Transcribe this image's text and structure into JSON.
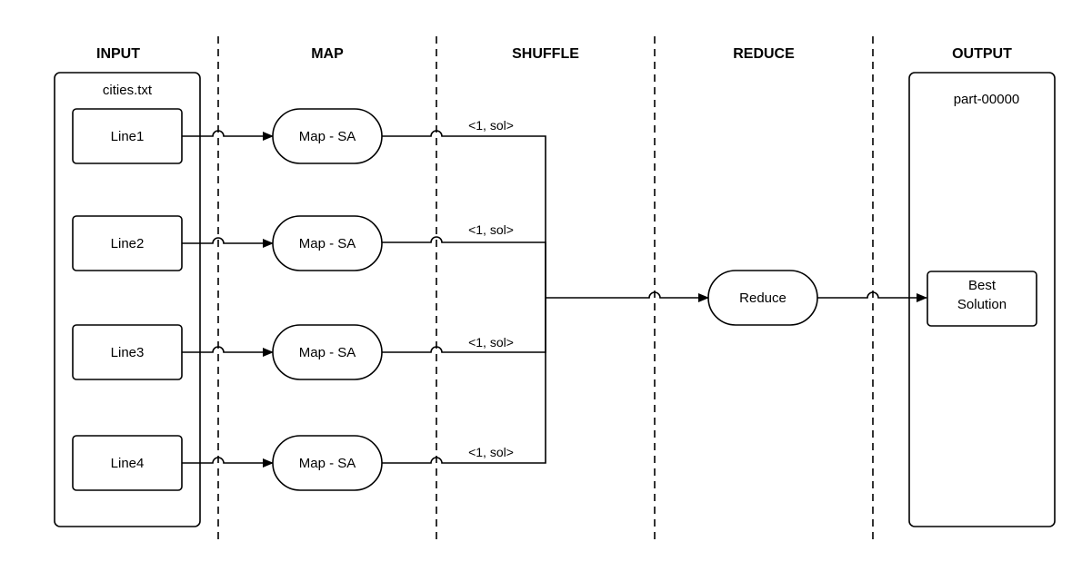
{
  "lanes": {
    "input": "INPUT",
    "map": "MAP",
    "shuffle": "SHUFFLE",
    "reduce": "REDUCE",
    "output": "OUTPUT"
  },
  "input": {
    "file_name": "cities.txt",
    "lines": [
      "Line1",
      "Line2",
      "Line3",
      "Line4"
    ]
  },
  "map": {
    "tasks": [
      "Map - SA",
      "Map - SA",
      "Map - SA",
      "Map - SA"
    ]
  },
  "shuffle": {
    "emits": [
      "<1, sol>",
      "<1, sol>",
      "<1, sol>",
      "<1, sol>"
    ]
  },
  "reduce": {
    "label": "Reduce"
  },
  "output": {
    "file_name": "part-00000",
    "result_line1": "Best",
    "result_line2": "Solution"
  }
}
